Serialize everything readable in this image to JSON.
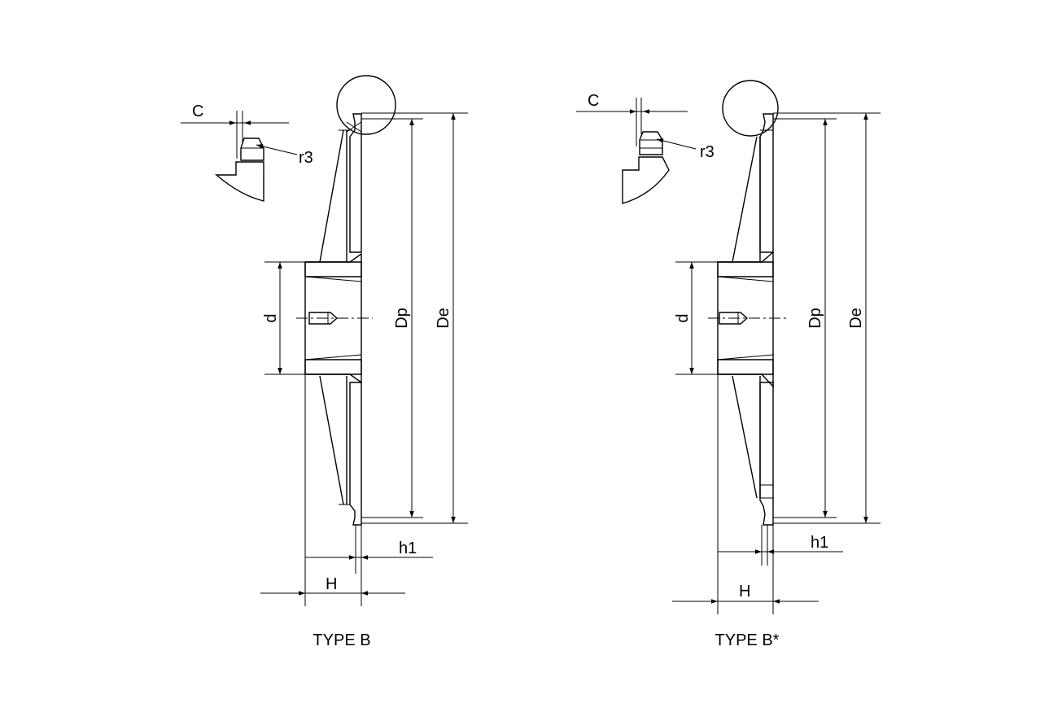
{
  "drawings": [
    {
      "caption": "TYPE B",
      "labels": {
        "c": "C",
        "r3": "r3",
        "d": "d",
        "dp": "Dp",
        "de": "De",
        "h1": "h1",
        "h": "H"
      }
    },
    {
      "caption": "TYPE B*",
      "labels": {
        "c": "C",
        "r3": "r3",
        "d": "d",
        "dp": "Dp",
        "de": "De",
        "h1": "h1",
        "h": "H"
      }
    }
  ]
}
